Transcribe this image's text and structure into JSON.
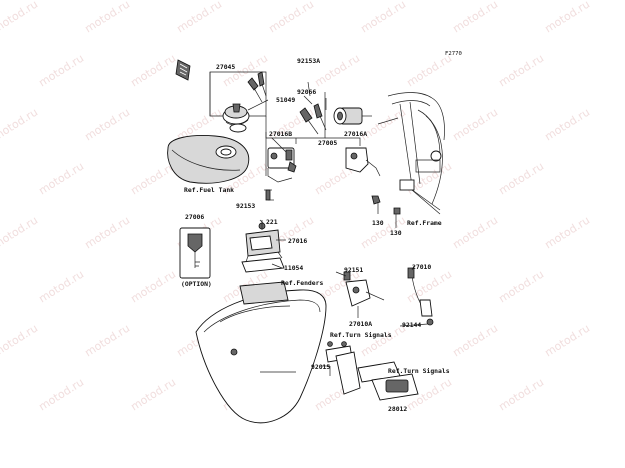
{
  "diagram_code": "F2770",
  "watermark": "motod.ru",
  "labels": {
    "p27045": "27045",
    "p92153a": "92153A",
    "p92066": "92066",
    "p51049": "51049",
    "p27016b": "27016B",
    "p27005": "27005",
    "p27016a": "27016A",
    "ref_fuel_tank": "Ref.Fuel Tank",
    "p92153": "92153",
    "p221": "221",
    "p130a": "130",
    "p130b": "130",
    "ref_frame": "Ref.Frame",
    "p27006": "27006",
    "option": "(OPTION)",
    "p27016": "27016",
    "p11054": "11054",
    "p92151": "92151",
    "p27010": "27010",
    "ref_fenders": "Ref.Fenders",
    "p27010a": "27010A",
    "ref_turn_signals_1": "Ref.Turn Signals",
    "p92144": "92144",
    "ref_turn_signals_2": "Ref.Turn Signals",
    "p92015": "92015",
    "p28012": "28012"
  }
}
